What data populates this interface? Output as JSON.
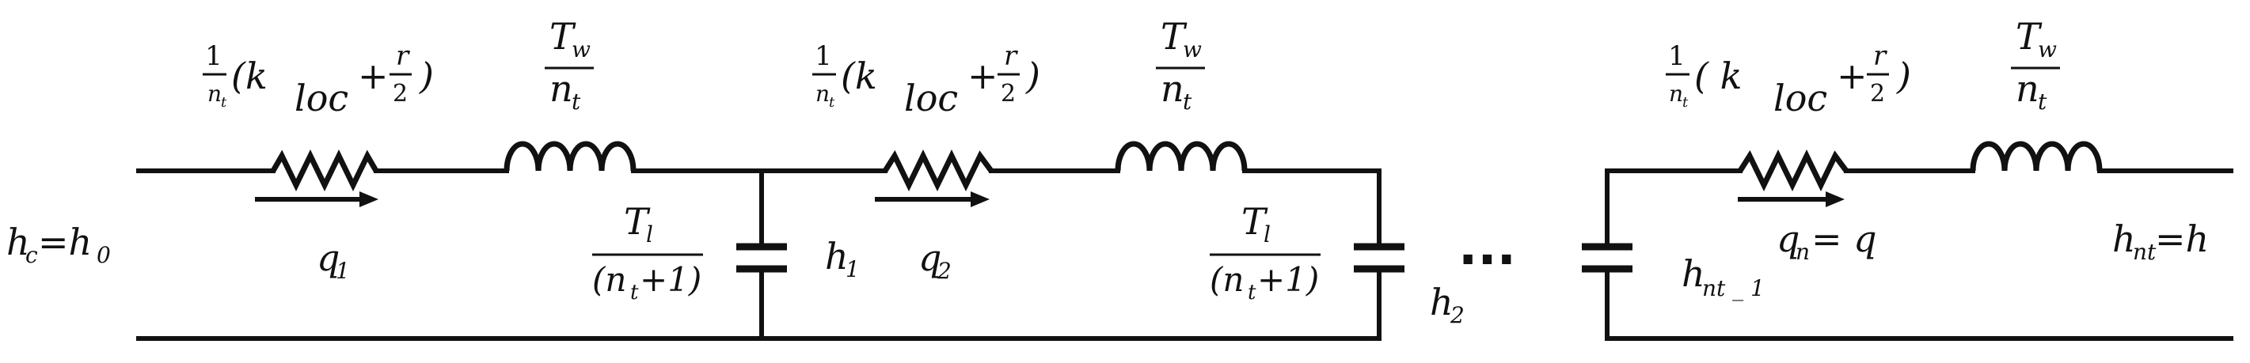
{
  "labels": {
    "one": "1",
    "two": "2",
    "n_t": "n",
    "t_sub": "t",
    "k": "(k",
    "k_space": "( k",
    "loc": "loc",
    "plus": "+",
    "r": "r",
    "close_paren": ")",
    "T": "T",
    "w_sub": "w",
    "l_sub": "l",
    "n_t_plus_1": "(n",
    "plus_1": "+1)",
    "h_c": "h",
    "c_sub": "c",
    "eq_h0": "=h",
    "zero_sub": "0",
    "q": "q",
    "q1_sub": "1",
    "q2_sub": "2",
    "qn_sub": "n",
    "eq_q": "= q",
    "h": "h",
    "h1_sub": "1",
    "h2_sub": "2",
    "hnt_sub": "nt",
    "hnt1_sub": "nt _ 1",
    "eq_h": "=h",
    "ellipsis": "..."
  }
}
